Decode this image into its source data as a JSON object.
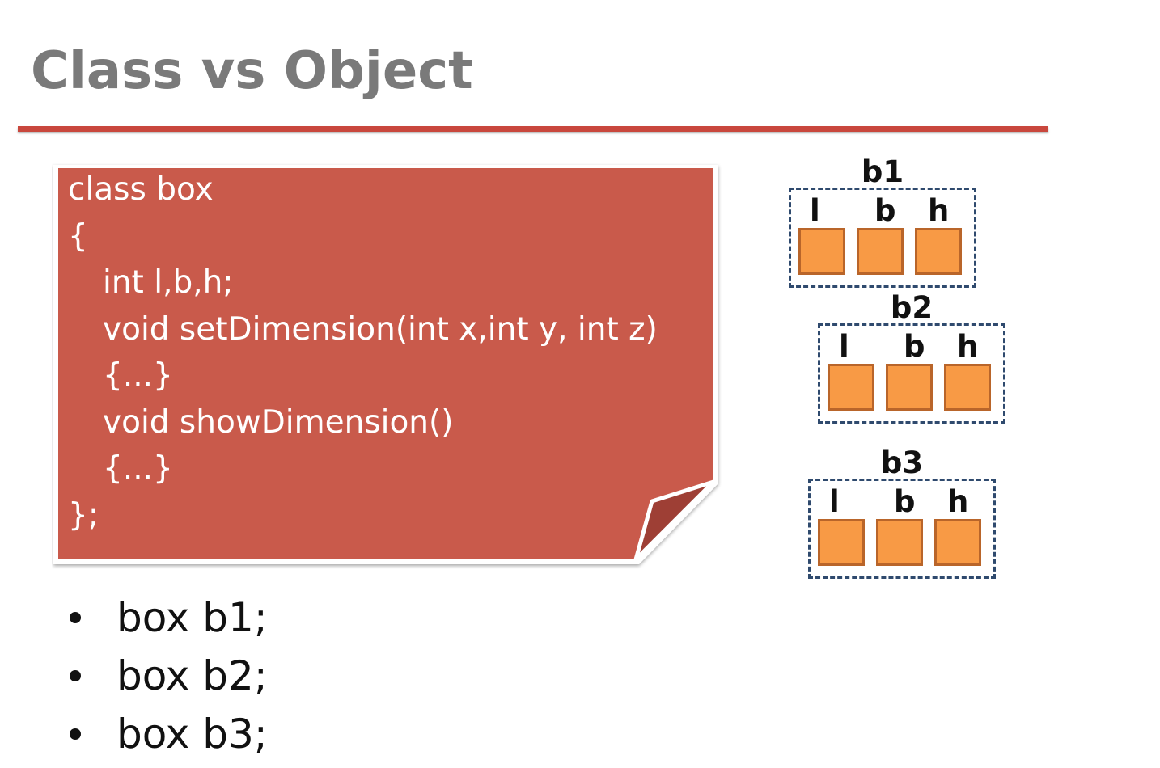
{
  "slide": {
    "title": "Class vs Object"
  },
  "code": {
    "lines": [
      "class box",
      "{",
      "int l,b,h;",
      "void setDimension(int x,int y, int z)",
      "{...}",
      "void showDimension()",
      "{...}",
      "};"
    ]
  },
  "bullets": {
    "items": [
      "box b1;",
      "box b2;",
      "box b3;"
    ]
  },
  "objects": [
    {
      "name": "b1",
      "members": [
        "l",
        "b",
        "h"
      ]
    },
    {
      "name": "b2",
      "members": [
        "l",
        "b",
        "h"
      ]
    },
    {
      "name": "b3",
      "members": [
        "l",
        "b",
        "h"
      ]
    }
  ],
  "colors": {
    "title": "#7a7a7a",
    "accent_rule": "#c9473d",
    "note_fill": "#c95a4b",
    "note_fold": "#9e3f35",
    "cell_fill": "#f89a45",
    "cell_border": "#b9652a",
    "frame_dash": "#2f4a6e"
  }
}
